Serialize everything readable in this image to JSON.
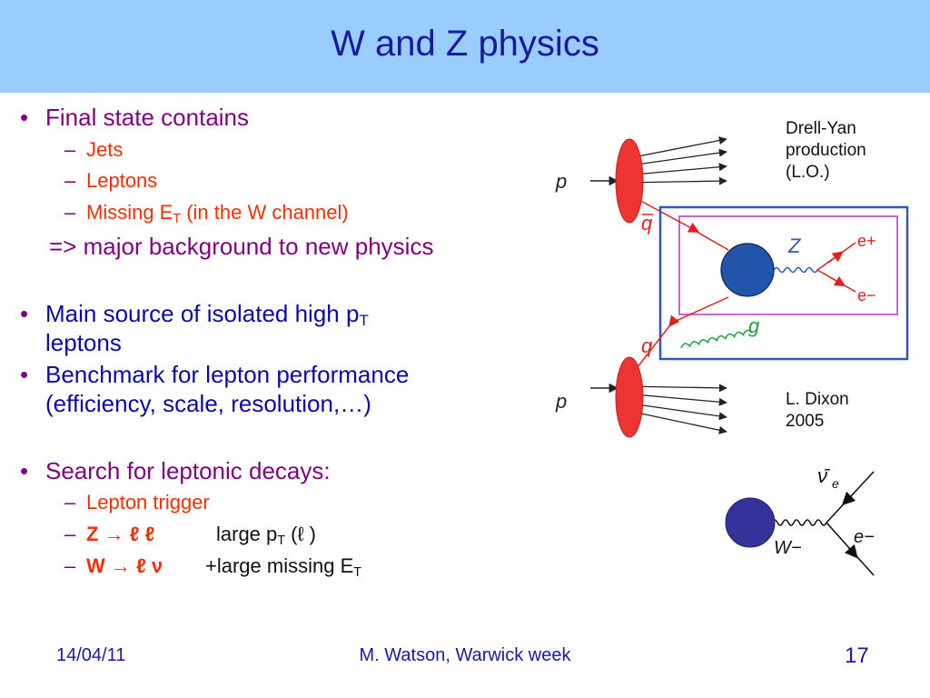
{
  "slide": {
    "title": "W and Z physics",
    "bullets": {
      "b1": "Final state contains",
      "b1_sub1": "Jets",
      "b1_sub2": "Leptons",
      "b1_sub3_pre": "Missing E",
      "b1_sub3_subscript": "T",
      "b1_sub3_post": " (in the W channel)",
      "b1_arrow_line": "=> major background to new physics",
      "b2_pre": "Main source of isolated high p",
      "b2_subscript": "T",
      "b2_line2": "leptons",
      "b3_line1": "Benchmark for lepton performance",
      "b3_line2": "(efficiency, scale, resolution,…)",
      "b4": "Search for leptonic decays:",
      "b4_sub1": "Lepton trigger",
      "b4_sub2_decay": "Z → ℓ ℓ",
      "b4_sub2_desc_pre": "large p",
      "b4_sub2_desc_subscript": "T",
      "b4_sub2_desc_post": " (ℓ )",
      "b4_sub3_decay": "W → ℓ ν",
      "b4_sub3_desc_pre": "+large missing E",
      "b4_sub3_desc_subscript": "T"
    },
    "captions": {
      "drell_yan_line1": "Drell-Yan",
      "drell_yan_line2": "production",
      "drell_yan_line3": "(L.O.)",
      "dixon_line1": "L. Dixon",
      "dixon_line2": "2005"
    },
    "diagram_labels": {
      "p_top": "p",
      "p_bottom": "p",
      "qbar": "q",
      "q": "q",
      "Z": "Z",
      "g": "g",
      "e_plus": "e+",
      "e_minus": "e−",
      "nubar": "ν̄",
      "nu_sub": "e",
      "e_minus2": "e−",
      "W": "W−"
    },
    "footer": {
      "date": "14/04/11",
      "author": "M. Watson, Warwick week",
      "page": "17"
    },
    "colors": {
      "title_bar": "#99ccff",
      "title_text": "#1a1a9c",
      "bullet_purple": "#7f007f",
      "bullet_blue": "#0a0aa8",
      "sub_orange": "#f03000",
      "proton_red": "#ee3333",
      "blob_blue": "#2255aa",
      "box_blue": "#3355bb",
      "box_pink": "#cc66cc"
    }
  }
}
